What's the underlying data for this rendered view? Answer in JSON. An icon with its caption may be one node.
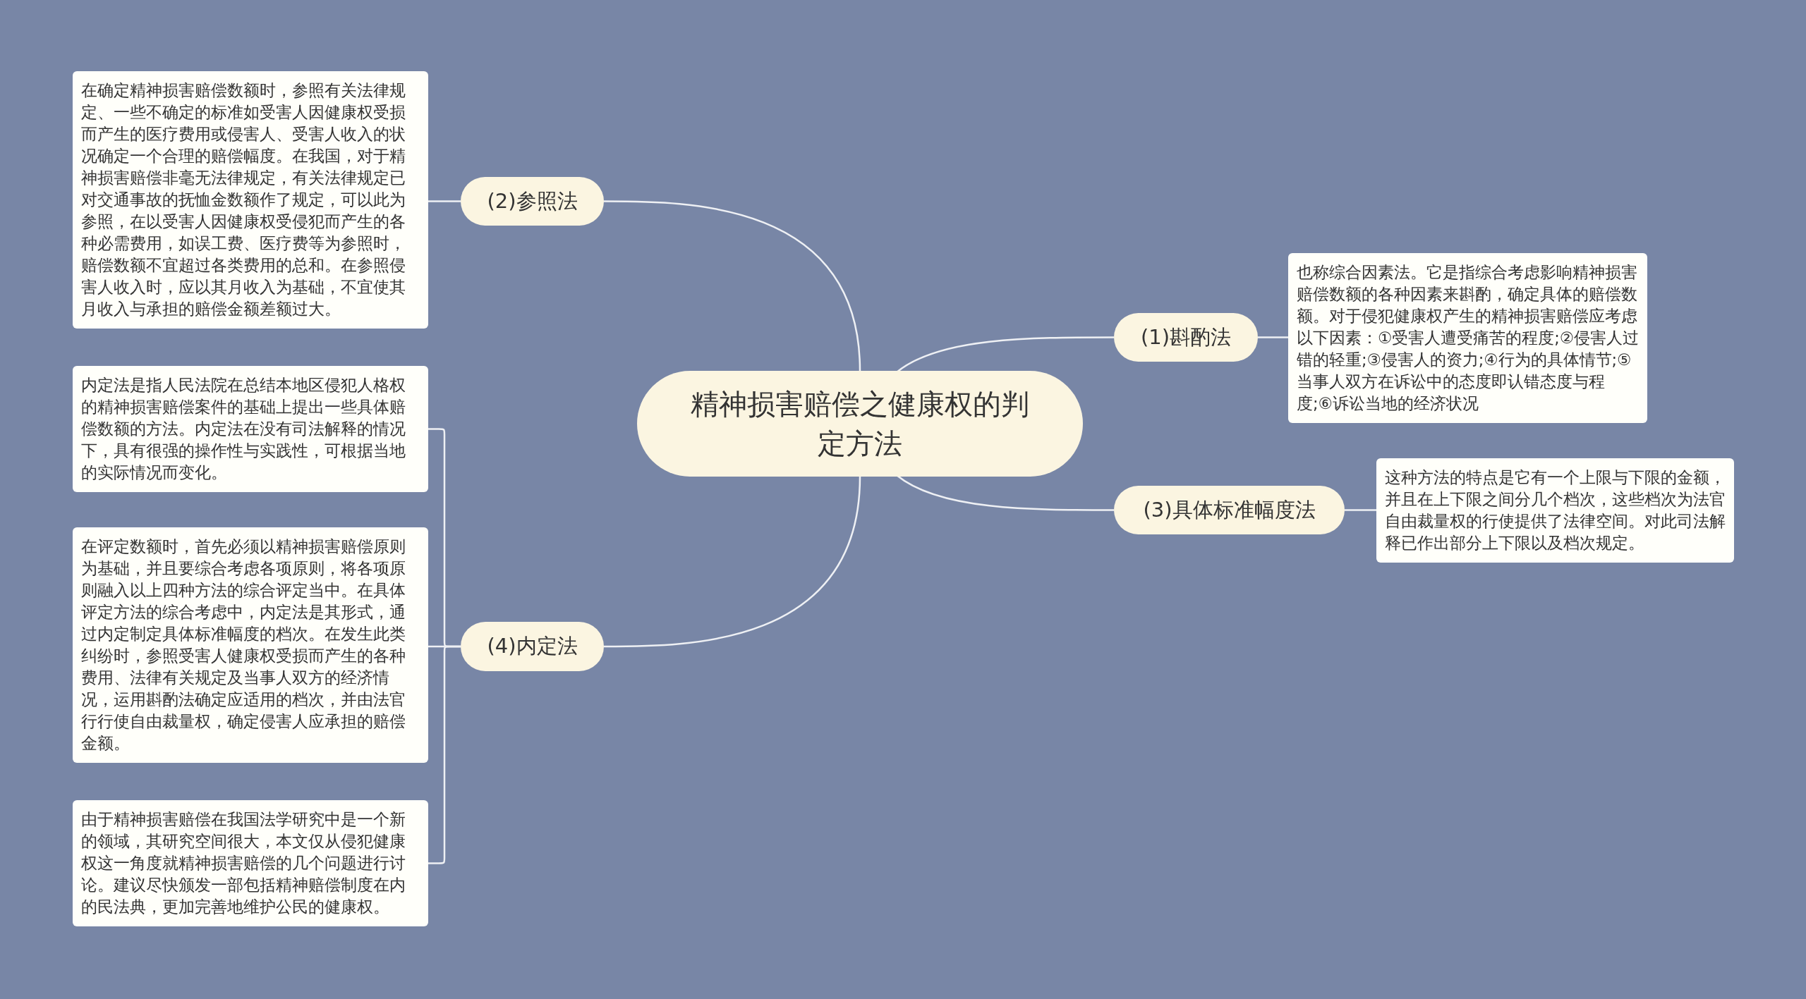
{
  "diagram": {
    "nodes": [
      {
        "text": [
          "精神损害赔偿之健康权的判定方法"
        ]
      },
      {
        "text": [
          "(1)斟酌法"
        ]
      },
      {
        "text": [
          "也称综合因素法。它是指综合考虑影响精神损害赔偿数额的各种因素来斟酌，确定具体的赔偿数额。对于侵犯健康权产生的精神损害赔偿应考虑以下因素：①受害人遭受痛苦的程度;②侵害人过错的轻重;③侵害人的资力;④行为的具体情节;⑤当事人双方在诉讼中的态度即认错态度与程度;⑥诉讼当地的经济状况"
        ]
      },
      {
        "text": [
          "(3)具体标准幅度法"
        ]
      },
      {
        "text": [
          "这种方法的特点是它有一个上限与下限的金额，并且在上下限之间分几个档次，这些档次为法官自由裁量权的行使提供了法律空间。对此司法解释已作出部分上下限以及档次规定。"
        ]
      },
      {
        "text": [
          "(2)参照法"
        ]
      },
      {
        "text": [
          "在确定精神损害赔偿数额时，参照有关法律规定、一些不确定的标准如受害人因健康权受损而产生的医疗费用或侵害人、受害人收入的状况确定一个合理的赔偿幅度。在我国，对于精神损害赔偿非毫无法律规定，有关法律规定已对交通事故的抚恤金数额作了规定，可以此为参照，在以受害人因健康权受侵犯而产生的各种必需费用，如误工费、医疗费等为参照时，赔偿数额不宜超过各类费用的总和。在参照侵害人收入时，应以其月收入为基础，不宜使其月收入与承担的赔偿金额差额过大。"
        ]
      },
      {
        "text": [
          "(4)内定法"
        ]
      },
      {
        "text": [
          "内定法是指人民法院在总结本地区侵犯人格权的精神损害赔偿案件的基础上提出一些具体赔偿数额的方法。内定法在没有司法解释的情况下，具有很强的操作性与实践性，可根据当地的实际情况而变化。"
        ]
      },
      {
        "text": [
          "在评定数额时，首先必须以精神损害赔偿原则为基础，并且要综合考虑各项原则，将各项原则融入以上四种方法的综合评定当中。在具体评定方法的综合考虑中，内定法是其形式，通过内定制定具体标准幅度的档次。在发生此类纠纷时，参照受害人健康权受损而产生的各种费用、法律有关规定及当事人双方的经济情况，运用斟酌法确定应适用的档次，并由法官行行使自由裁量权，确定侵害人应承担的赔偿金额。"
        ]
      },
      {
        "text": [
          "由于精神损害赔偿在我国法学研究中是一个新的领域，其研究空间很大，本文仅从侵犯健康权这一角度就精神损害赔偿的几个问题进行讨论。建议尽快颁发一部包括精神赔偿制度在内的民法典，更加完善地维护公民的健康权。"
        ]
      }
    ],
    "edges": [
      {
        "from": 0,
        "to": 1,
        "arrow": "none"
      },
      {
        "from": 1,
        "to": 2,
        "arrow": "none"
      },
      {
        "from": 0,
        "to": 3,
        "arrow": "none"
      },
      {
        "from": 3,
        "to": 4,
        "arrow": "none"
      },
      {
        "from": 0,
        "to": 5,
        "arrow": "none"
      },
      {
        "from": 5,
        "to": 6,
        "arrow": "none"
      },
      {
        "from": 0,
        "to": 7,
        "arrow": "none"
      },
      {
        "from": 7,
        "to": 8,
        "arrow": "none"
      },
      {
        "from": 7,
        "to": 9,
        "arrow": "none"
      },
      {
        "from": 7,
        "to": 10,
        "arrow": "none"
      }
    ]
  }
}
